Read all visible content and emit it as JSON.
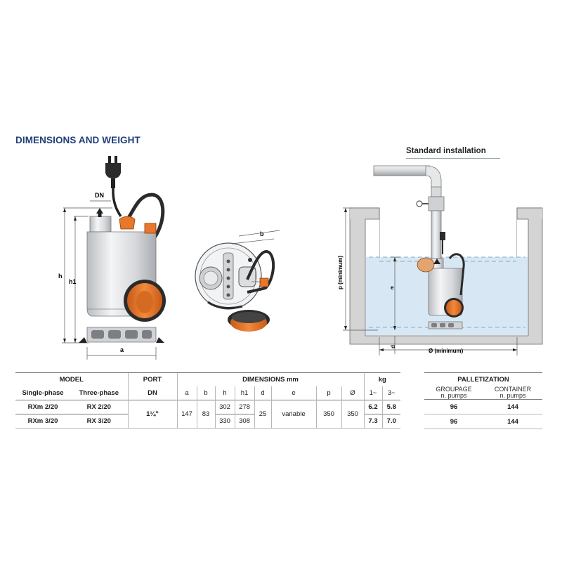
{
  "section_title": "DIMENSIONS AND WEIGHT",
  "installation_title": "Standard installation",
  "diagram_labels": {
    "dn": "DN",
    "h": "h",
    "h1": "h1",
    "a": "a",
    "b": "b",
    "p": "p (minimum)",
    "e": "e",
    "d": "d",
    "diameter": "Ø (minimum)"
  },
  "table": {
    "group_model": "MODEL",
    "group_port": "PORT",
    "group_dimensions": "DIMENSIONS mm",
    "group_kg": "kg",
    "col_single": "Single-phase",
    "col_three": "Three-phase",
    "col_dn": "DN",
    "col_a": "a",
    "col_b": "b",
    "col_h": "h",
    "col_h1": "h1",
    "col_d": "d",
    "col_e": "e",
    "col_p": "p",
    "col_diam": "Ø",
    "col_kg1": "1~",
    "col_kg3": "3~",
    "rows": [
      {
        "single": "RXm 2/20",
        "three": "RX 2/20",
        "h": "302",
        "h1": "278",
        "kg1": "6.2",
        "kg3": "5.8"
      },
      {
        "single": "RXm 3/20",
        "three": "RX 3/20",
        "h": "330",
        "h1": "308",
        "kg1": "7.3",
        "kg3": "7.0"
      }
    ],
    "shared": {
      "dn": "1¼\"",
      "a": "147",
      "b": "83",
      "d": "25",
      "e": "variable",
      "p": "350",
      "diam": "350"
    }
  },
  "palletization": {
    "title": "PALLETIZATION",
    "col1_title": "GROUPAGE",
    "col1_sub": "n. pumps",
    "col2_title": "CONTAINER",
    "col2_sub": "n. pumps",
    "rows": [
      {
        "groupage": "96",
        "container": "144"
      },
      {
        "groupage": "96",
        "container": "144"
      }
    ]
  },
  "colors": {
    "title_blue": "#1f3f7a",
    "pump_orange": "#e8762b",
    "water_blue": "#cfe3f2",
    "wall_gray": "#d9d9d9"
  }
}
